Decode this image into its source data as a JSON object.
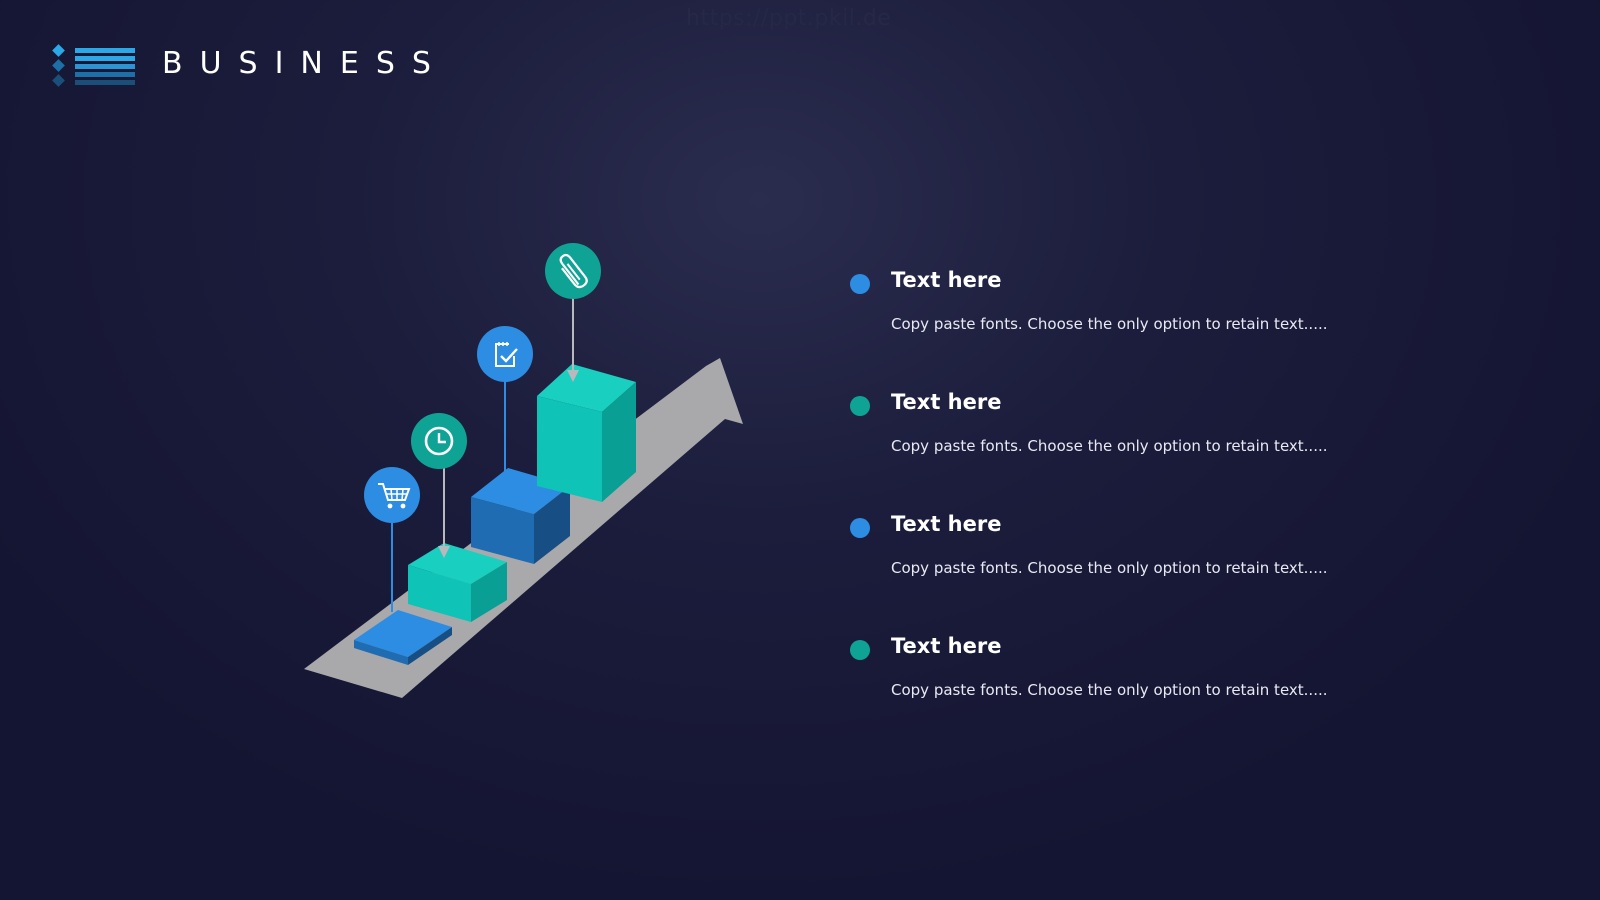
{
  "watermark": "https://ppt.pkil.de",
  "header": {
    "title": "BUSINESS",
    "logo_icon": "menu-lines-icon"
  },
  "colors": {
    "blue": "#2d8de2",
    "teal": "#0fa396",
    "cyan_box": "#0fc3b6",
    "arrow_gray": "#a9a9ab"
  },
  "diagram": {
    "steps": [
      {
        "icon": "cart-icon",
        "color": "#2d8de2"
      },
      {
        "icon": "clock-icon",
        "color": "#0fa396"
      },
      {
        "icon": "checklist-icon",
        "color": "#2d8de2"
      },
      {
        "icon": "paperclip-icon",
        "color": "#0fa396"
      }
    ]
  },
  "items": [
    {
      "title": "Text here",
      "desc": "Copy paste fonts. Choose the only option to retain text.....",
      "color": "#2d8de2"
    },
    {
      "title": "Text here",
      "desc": "Copy paste fonts. Choose the only option to retain text.....",
      "color": "#0fa396"
    },
    {
      "title": "Text here",
      "desc": "Copy paste fonts. Choose the only option to retain text.....",
      "color": "#2d8de2"
    },
    {
      "title": "Text here",
      "desc": "Copy paste fonts. Choose the only option to retain text.....",
      "color": "#0fa396"
    }
  ]
}
